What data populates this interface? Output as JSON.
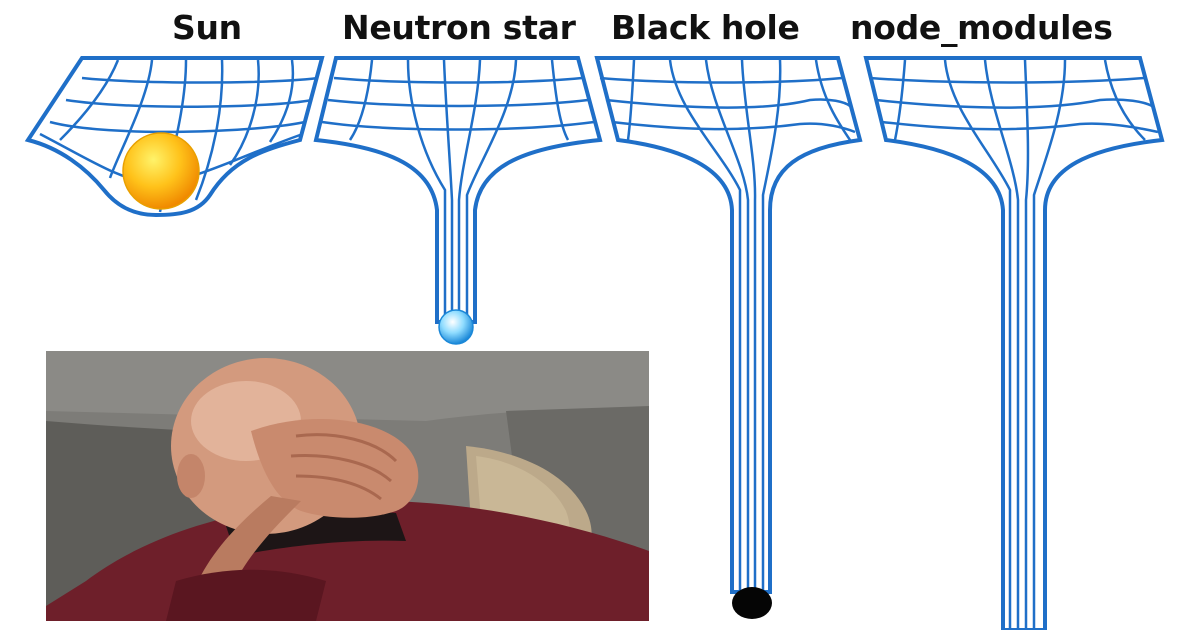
{
  "labels": {
    "sun": "Sun",
    "neutron_star": "Neutron star",
    "black_hole": "Black hole",
    "node_modules": "node_modules"
  },
  "colors": {
    "grid_line": "#1f6fc8",
    "sun": "#f7b417",
    "neutron_star": "#7fd3ff",
    "black_hole": "#050505"
  }
}
